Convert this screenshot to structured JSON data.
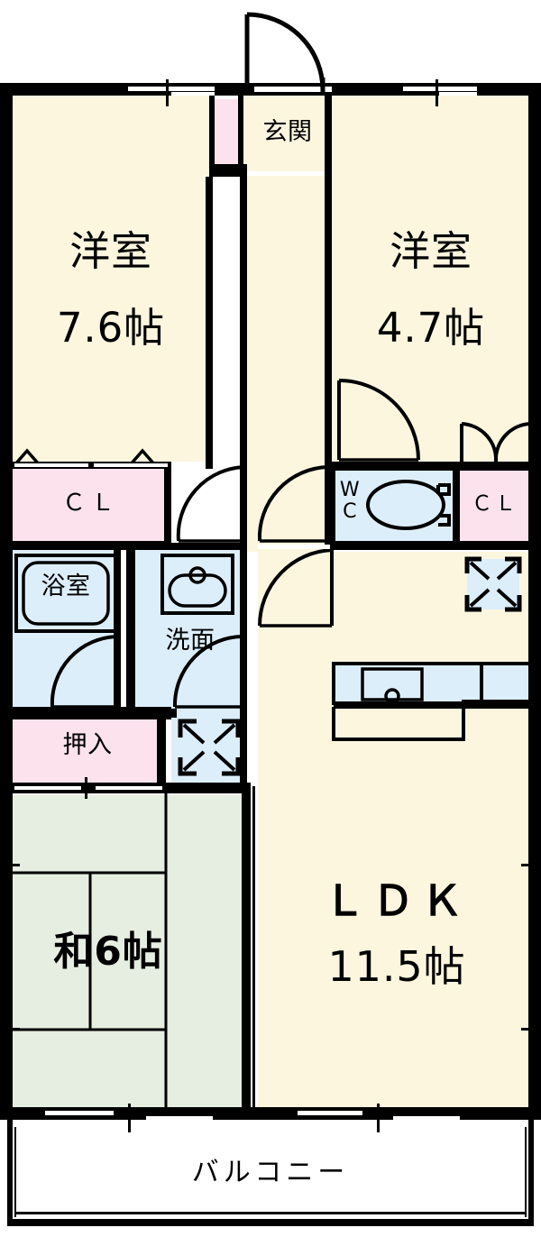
{
  "plan": {
    "title": "間取り図",
    "unit_label": "帖",
    "colors": {
      "room_cream": "#FDF6DF",
      "closet_pink": "#FBE2EC",
      "water_blue": "#DDEEFB",
      "tatami_green": "#E6EDE1",
      "wall_black": "#000000",
      "background_white": "#FFFFFF"
    },
    "rooms": [
      {
        "key": "entrance",
        "name": "玄関",
        "area": "",
        "type": "entry"
      },
      {
        "key": "bedroom_left",
        "name": "洋室",
        "area": "7.6帖",
        "type": "western"
      },
      {
        "key": "bedroom_right",
        "name": "洋室",
        "area": "4.7帖",
        "type": "western"
      },
      {
        "key": "closet_left",
        "name": "ＣＬ",
        "area": "",
        "type": "closet"
      },
      {
        "key": "closet_right",
        "name": "ＣＬ",
        "area": "",
        "type": "closet"
      },
      {
        "key": "bath",
        "name": "浴室",
        "area": "",
        "type": "bath"
      },
      {
        "key": "washroom",
        "name": "洗面",
        "area": "",
        "type": "wash"
      },
      {
        "key": "toilet",
        "name_line1": "W",
        "name_line2": "C",
        "area": "",
        "type": "toilet"
      },
      {
        "key": "oshiire",
        "name": "押入",
        "area": "",
        "type": "closet"
      },
      {
        "key": "washitsu",
        "name": "和6帖",
        "area": "",
        "type": "tatami"
      },
      {
        "key": "ldk",
        "name": "ＬＤＫ",
        "area": "11.5帖",
        "type": "ldk"
      },
      {
        "key": "balcony",
        "name": "バルコニー",
        "area": "",
        "type": "balcony"
      }
    ],
    "labels": {
      "entrance": "玄関",
      "bedroom_left_name": "洋室",
      "bedroom_left_area": "7.6帖",
      "bedroom_right_name": "洋室",
      "bedroom_right_area": "4.7帖",
      "closet_left": "ＣＬ",
      "closet_right": "ＣＬ",
      "bath": "浴室",
      "washroom": "洗面",
      "toilet_l1": "W",
      "toilet_l2": "C",
      "oshiire": "押入",
      "washitsu": "和6帖",
      "ldk_name": "ＬＤＫ",
      "ldk_area": "11.5帖",
      "balcony": "バルコニー"
    },
    "fixtures": [
      {
        "key": "entry-door",
        "name": "entrance-swing-door"
      },
      {
        "key": "shoe-box",
        "name": "shoe-cabinet"
      },
      {
        "key": "bathtub",
        "name": "bathtub-outline"
      },
      {
        "key": "vanity-sink",
        "name": "washbasin"
      },
      {
        "key": "toilet-bowl",
        "name": "toilet-bowl"
      },
      {
        "key": "kitchen-counter",
        "name": "kitchen-sink-counter"
      },
      {
        "key": "washer-space",
        "name": "washing-machine-space"
      },
      {
        "key": "fridge-space",
        "name": "refrigerator-space"
      },
      {
        "key": "tatami-6",
        "name": "tatami-mats-6"
      }
    ],
    "tatami_mat_count": 6
  }
}
